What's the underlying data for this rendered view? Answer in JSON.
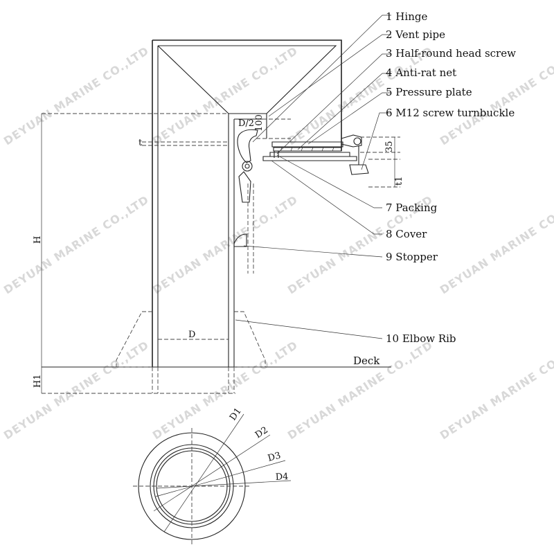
{
  "parts": [
    {
      "no": "1",
      "name": "Hinge"
    },
    {
      "no": "2",
      "name": "Vent pipe"
    },
    {
      "no": "3",
      "name": "Half-round head screw"
    },
    {
      "no": "4",
      "name": "Anti-rat net"
    },
    {
      "no": "5",
      "name": "Pressure plate"
    },
    {
      "no": "6",
      "name": "M12 screw turnbuckle"
    },
    {
      "no": "7",
      "name": "Packing"
    },
    {
      "no": "8",
      "name": "Cover"
    },
    {
      "no": "9",
      "name": "Stopper"
    },
    {
      "no": "10",
      "name": "Elbow Rib"
    }
  ],
  "labels": {
    "p1": "1 Hinge",
    "p2": "2 Vent pipe",
    "p3": "3 Half-round head screw",
    "p4": "4 Anti-rat net",
    "p5": "5 Pressure plate",
    "p6": "6 M12 screw turnbuckle",
    "p7": "7 Packing",
    "p8": "8 Cover",
    "p9": "9 Stopper",
    "p10": "10 Elbow Rib"
  },
  "dimensions": {
    "d_half": "D/2",
    "d100": "100",
    "t": "t",
    "d35": "35",
    "t1": "t1",
    "H": "H",
    "D": "D",
    "H1": "H1",
    "deck": "Deck",
    "D1": "D1",
    "D2": "D2",
    "D3": "D3",
    "D4": "D4"
  },
  "watermark": "DEYUAN MARINE CO.,LTD"
}
